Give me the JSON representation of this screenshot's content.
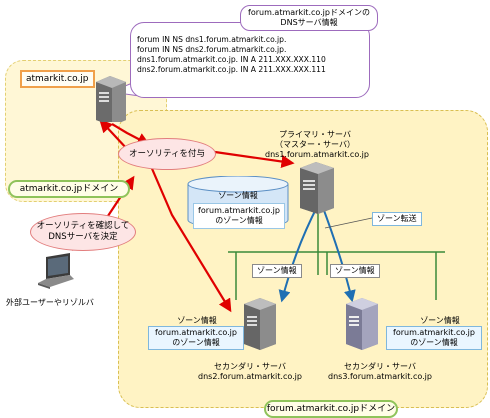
{
  "outer_domain": {
    "host_label": "atmarkit.co.jp",
    "domain_label": "atmarkit.co.jpドメイン"
  },
  "inner_domain": {
    "domain_label": "forum.atmarkit.co.jpドメイン"
  },
  "callout": {
    "title_line1": "forum.atmarkit.co.jpドメインの",
    "title_line2": "DNSサーバ情報",
    "lines": [
      "forum IN NS dns1.forum.atmarkit.co.jp.",
      "forum IN NS dns2.forum.atmarkit.co.jp.",
      "",
      "dns1.forum.atmarkit.co.jp. IN A 211.XXX.XXX.110",
      "dns2.forum.atmarkit.co.jp. IN A 211.XXX.XXX.111"
    ]
  },
  "bubbles": {
    "grant": "オーソリティを付与",
    "confirm_line1": "オーソリティを確認して",
    "confirm_line2": "DNSサーバを決定"
  },
  "primary": {
    "line1": "プライマリ・サーバ",
    "line2": "（マスター・サーバ）",
    "line3": "dns1.forum.atmarkit.co.jp"
  },
  "zone_db": {
    "title": "ゾーン情報",
    "line1": "forum.atmarkit.co.jp",
    "line2": "のゾーン情報"
  },
  "zone_transfer": "ゾーン転送",
  "zone_tag_left": "ゾーン情報",
  "zone_tag_right": "ゾーン情報",
  "secondary2": {
    "zone_title": "ゾーン情報",
    "zone_line1": "forum.atmarkit.co.jp",
    "zone_line2": "のゾーン情報",
    "line1": "セカンダリ・サーバ",
    "line2": "dns2.forum.atmarkit.co.jp"
  },
  "secondary3": {
    "zone_title": "ゾーン情報",
    "zone_line1": "forum.atmarkit.co.jp",
    "zone_line2": "のゾーン情報",
    "line1": "セカンダリ・サーバ",
    "line2": "dns3.forum.atmarkit.co.jp"
  },
  "client": {
    "label": "外部ユーザーやリゾルバ"
  },
  "colors": {
    "authority_arrow": "#e00000",
    "transfer_arrow": "#1f6fb3",
    "network": "#3a8a3a"
  }
}
